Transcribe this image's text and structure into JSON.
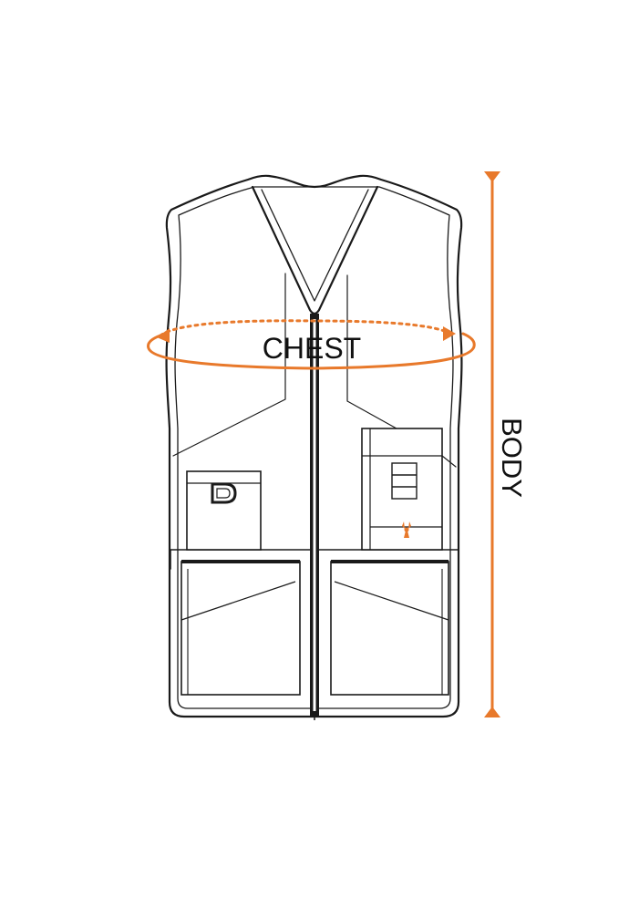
{
  "labels": {
    "chest": "CHEST",
    "body": "BODY"
  },
  "colors": {
    "accent": "#E8792B",
    "outline": "#1a1a1a",
    "background": "#ffffff"
  },
  "icons": {
    "logo": "deer-head-logo"
  }
}
